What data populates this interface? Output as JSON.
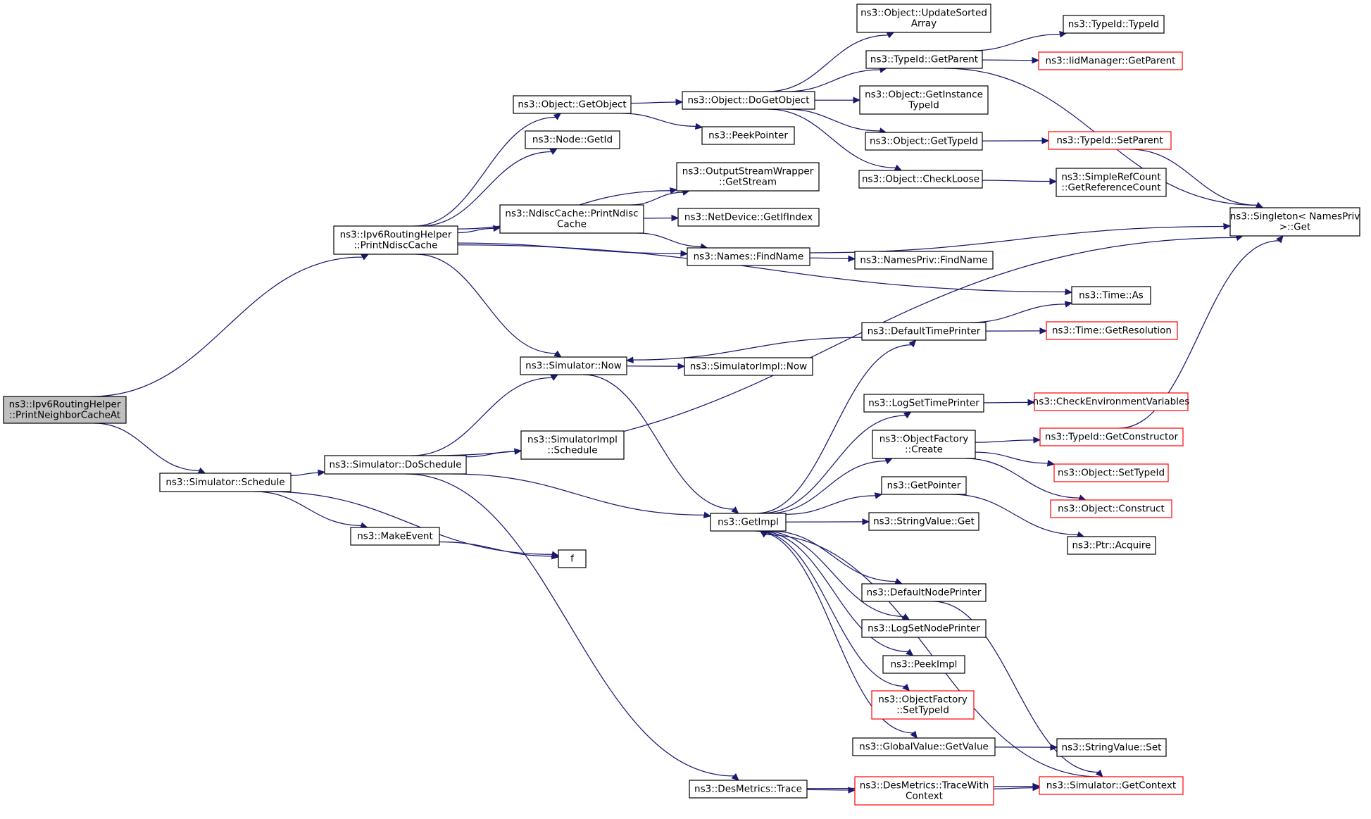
{
  "graph": {
    "nodes": [
      {
        "id": "root",
        "lines": [
          "ns3::Ipv6RoutingHelper",
          "::PrintNeighborCacheAt"
        ],
        "style": "root"
      },
      {
        "id": "printNdisc",
        "lines": [
          "ns3::Ipv6RoutingHelper",
          "::PrintNdiscCache"
        ],
        "style": "normal"
      },
      {
        "id": "schedule",
        "lines": [
          "ns3::Simulator::Schedule"
        ],
        "style": "normal"
      },
      {
        "id": "doSchedule",
        "lines": [
          "ns3::Simulator::DoSchedule"
        ],
        "style": "normal"
      },
      {
        "id": "makeEvent",
        "lines": [
          "ns3::MakeEvent"
        ],
        "style": "normal"
      },
      {
        "id": "f",
        "lines": [
          "f"
        ],
        "style": "normal"
      },
      {
        "id": "getObject",
        "lines": [
          "ns3::Object::GetObject"
        ],
        "style": "normal"
      },
      {
        "id": "nodeGetId",
        "lines": [
          "ns3::Node::GetId"
        ],
        "style": "normal"
      },
      {
        "id": "ndiscPrint",
        "lines": [
          "ns3::NdiscCache::PrintNdisc",
          "Cache"
        ],
        "style": "normal"
      },
      {
        "id": "simNow",
        "lines": [
          "ns3::Simulator::Now"
        ],
        "style": "normal"
      },
      {
        "id": "simImplSchedule",
        "lines": [
          "ns3::SimulatorImpl",
          "::Schedule"
        ],
        "style": "normal"
      },
      {
        "id": "getImpl",
        "lines": [
          "ns3::GetImpl"
        ],
        "style": "normal"
      },
      {
        "id": "desTrace",
        "lines": [
          "ns3::DesMetrics::Trace"
        ],
        "style": "normal"
      },
      {
        "id": "doGetObject",
        "lines": [
          "ns3::Object::DoGetObject"
        ],
        "style": "normal"
      },
      {
        "id": "peekPointer",
        "lines": [
          "ns3::PeekPointer"
        ],
        "style": "normal"
      },
      {
        "id": "osGetStream",
        "lines": [
          "ns3::OutputStreamWrapper",
          "::GetStream"
        ],
        "style": "normal"
      },
      {
        "id": "netDevIfIndex",
        "lines": [
          "ns3::NetDevice::GetIfIndex"
        ],
        "style": "normal"
      },
      {
        "id": "namesFind",
        "lines": [
          "ns3::Names::FindName"
        ],
        "style": "normal"
      },
      {
        "id": "simImplNow",
        "lines": [
          "ns3::SimulatorImpl::Now"
        ],
        "style": "normal"
      },
      {
        "id": "updateSorted",
        "lines": [
          "ns3::Object::UpdateSorted",
          "Array"
        ],
        "style": "normal"
      },
      {
        "id": "typeIdGetParent",
        "lines": [
          "ns3::TypeId::GetParent"
        ],
        "style": "normal"
      },
      {
        "id": "getInstanceTypeId",
        "lines": [
          "ns3::Object::GetInstance",
          "TypeId"
        ],
        "style": "normal"
      },
      {
        "id": "objGetTypeId",
        "lines": [
          "ns3::Object::GetTypeId"
        ],
        "style": "normal"
      },
      {
        "id": "checkLoose",
        "lines": [
          "ns3::Object::CheckLoose"
        ],
        "style": "normal"
      },
      {
        "id": "namesPrivFind",
        "lines": [
          "ns3::NamesPriv::FindName"
        ],
        "style": "normal"
      },
      {
        "id": "defTimePrinter",
        "lines": [
          "ns3::DefaultTimePrinter"
        ],
        "style": "normal"
      },
      {
        "id": "logSetTimePrinter",
        "lines": [
          "ns3::LogSetTimePrinter"
        ],
        "style": "normal"
      },
      {
        "id": "objFactoryCreate",
        "lines": [
          "ns3::ObjectFactory",
          "::Create"
        ],
        "style": "normal"
      },
      {
        "id": "getPointer",
        "lines": [
          "ns3::GetPointer"
        ],
        "style": "normal"
      },
      {
        "id": "stringValueGet",
        "lines": [
          "ns3::StringValue::Get"
        ],
        "style": "normal"
      },
      {
        "id": "defNodePrinter",
        "lines": [
          "ns3::DefaultNodePrinter"
        ],
        "style": "normal"
      },
      {
        "id": "logSetNodePrinter",
        "lines": [
          "ns3::LogSetNodePrinter"
        ],
        "style": "normal"
      },
      {
        "id": "peekImpl",
        "lines": [
          "ns3::PeekImpl"
        ],
        "style": "normal"
      },
      {
        "id": "objFactorySetTypeId",
        "lines": [
          "ns3::ObjectFactory",
          "::SetTypeId"
        ],
        "style": "incomplete"
      },
      {
        "id": "globalValueGetValue",
        "lines": [
          "ns3::GlobalValue::GetValue"
        ],
        "style": "normal"
      },
      {
        "id": "traceWithContext",
        "lines": [
          "ns3::DesMetrics::TraceWith",
          "Context"
        ],
        "style": "incomplete"
      },
      {
        "id": "typeIdTypeId",
        "lines": [
          "ns3::TypeId::TypeId"
        ],
        "style": "normal"
      },
      {
        "id": "iidGetParent",
        "lines": [
          "ns3::IidManager::GetParent"
        ],
        "style": "incomplete"
      },
      {
        "id": "typeIdSetParent",
        "lines": [
          "ns3::TypeId::SetParent"
        ],
        "style": "incomplete"
      },
      {
        "id": "getRefCount",
        "lines": [
          "ns3::SimpleRefCount",
          "::GetReferenceCount"
        ],
        "style": "normal"
      },
      {
        "id": "singletonGet",
        "lines": [
          "ns3::Singleton< NamesPriv",
          " >::Get"
        ],
        "style": "normal"
      },
      {
        "id": "timeAs",
        "lines": [
          "ns3::Time::As"
        ],
        "style": "normal"
      },
      {
        "id": "timeGetRes",
        "lines": [
          "ns3::Time::GetResolution"
        ],
        "style": "incomplete"
      },
      {
        "id": "checkEnvVars",
        "lines": [
          "ns3::CheckEnvironmentVariables"
        ],
        "style": "incomplete"
      },
      {
        "id": "typeIdGetCtor",
        "lines": [
          "ns3::TypeId::GetConstructor"
        ],
        "style": "incomplete"
      },
      {
        "id": "objSetTypeId",
        "lines": [
          "ns3::Object::SetTypeId"
        ],
        "style": "incomplete"
      },
      {
        "id": "objConstruct",
        "lines": [
          "ns3::Object::Construct"
        ],
        "style": "incomplete"
      },
      {
        "id": "ptrAcquire",
        "lines": [
          "ns3::Ptr::Acquire"
        ],
        "style": "normal"
      },
      {
        "id": "stringValueSet",
        "lines": [
          "ns3::StringValue::Set"
        ],
        "style": "normal"
      },
      {
        "id": "simGetContext",
        "lines": [
          "ns3::Simulator::GetContext"
        ],
        "style": "incomplete"
      }
    ],
    "edges": [
      [
        "root",
        "printNdisc"
      ],
      [
        "root",
        "schedule"
      ],
      [
        "printNdisc",
        "getObject"
      ],
      [
        "printNdisc",
        "nodeGetId"
      ],
      [
        "printNdisc",
        "osGetStream"
      ],
      [
        "printNdisc",
        "ndiscPrint"
      ],
      [
        "printNdisc",
        "namesFind"
      ],
      [
        "printNdisc",
        "timeAs"
      ],
      [
        "printNdisc",
        "simNow"
      ],
      [
        "schedule",
        "doSchedule"
      ],
      [
        "schedule",
        "makeEvent"
      ],
      [
        "schedule",
        "f"
      ],
      [
        "makeEvent",
        "f"
      ],
      [
        "doSchedule",
        "simNow"
      ],
      [
        "doSchedule",
        "singletonGet"
      ],
      [
        "doSchedule",
        "simImplSchedule"
      ],
      [
        "doSchedule",
        "getImpl"
      ],
      [
        "doSchedule",
        "desTrace"
      ],
      [
        "getObject",
        "doGetObject"
      ],
      [
        "getObject",
        "peekPointer"
      ],
      [
        "ndiscPrint",
        "osGetStream"
      ],
      [
        "ndiscPrint",
        "netDevIfIndex"
      ],
      [
        "ndiscPrint",
        "namesFind"
      ],
      [
        "simNow",
        "simImplNow"
      ],
      [
        "simNow",
        "getImpl"
      ],
      [
        "doGetObject",
        "updateSorted"
      ],
      [
        "doGetObject",
        "typeIdGetParent"
      ],
      [
        "doGetObject",
        "getInstanceTypeId"
      ],
      [
        "doGetObject",
        "objGetTypeId"
      ],
      [
        "doGetObject",
        "checkLoose"
      ],
      [
        "namesFind",
        "singletonGet"
      ],
      [
        "namesFind",
        "namesPrivFind"
      ],
      [
        "typeIdGetParent",
        "typeIdTypeId"
      ],
      [
        "typeIdGetParent",
        "iidGetParent"
      ],
      [
        "typeIdGetParent",
        "singletonGet"
      ],
      [
        "objGetTypeId",
        "typeIdSetParent"
      ],
      [
        "typeIdSetParent",
        "singletonGet"
      ],
      [
        "checkLoose",
        "getRefCount"
      ],
      [
        "defTimePrinter",
        "simNow"
      ],
      [
        "defTimePrinter",
        "timeAs"
      ],
      [
        "defTimePrinter",
        "timeGetRes"
      ],
      [
        "getImpl",
        "defTimePrinter"
      ],
      [
        "getImpl",
        "logSetTimePrinter"
      ],
      [
        "getImpl",
        "objFactoryCreate"
      ],
      [
        "getImpl",
        "getPointer"
      ],
      [
        "getImpl",
        "stringValueGet"
      ],
      [
        "getImpl",
        "defNodePrinter"
      ],
      [
        "getImpl",
        "logSetNodePrinter"
      ],
      [
        "getImpl",
        "peekImpl"
      ],
      [
        "getImpl",
        "objFactorySetTypeId"
      ],
      [
        "getImpl",
        "globalValueGetValue"
      ],
      [
        "logSetTimePrinter",
        "checkEnvVars"
      ],
      [
        "objFactoryCreate",
        "typeIdGetCtor"
      ],
      [
        "objFactoryCreate",
        "objSetTypeId"
      ],
      [
        "objFactoryCreate",
        "objConstruct"
      ],
      [
        "typeIdGetCtor",
        "singletonGet"
      ],
      [
        "getPointer",
        "ptrAcquire"
      ],
      [
        "defNodePrinter",
        "simGetContext"
      ],
      [
        "globalValueGetValue",
        "stringValueSet"
      ],
      [
        "desTrace",
        "traceWithContext"
      ],
      [
        "desTrace",
        "simGetContext"
      ],
      [
        "traceWithContext",
        "simGetContext"
      ],
      [
        "simGetContext",
        "getImpl"
      ]
    ]
  },
  "colors": {
    "edge": "#191970",
    "node_border": "#000000",
    "incomplete_border": "#ff0000",
    "root_fill": "#bfbfbf",
    "background": "#ffffff"
  }
}
